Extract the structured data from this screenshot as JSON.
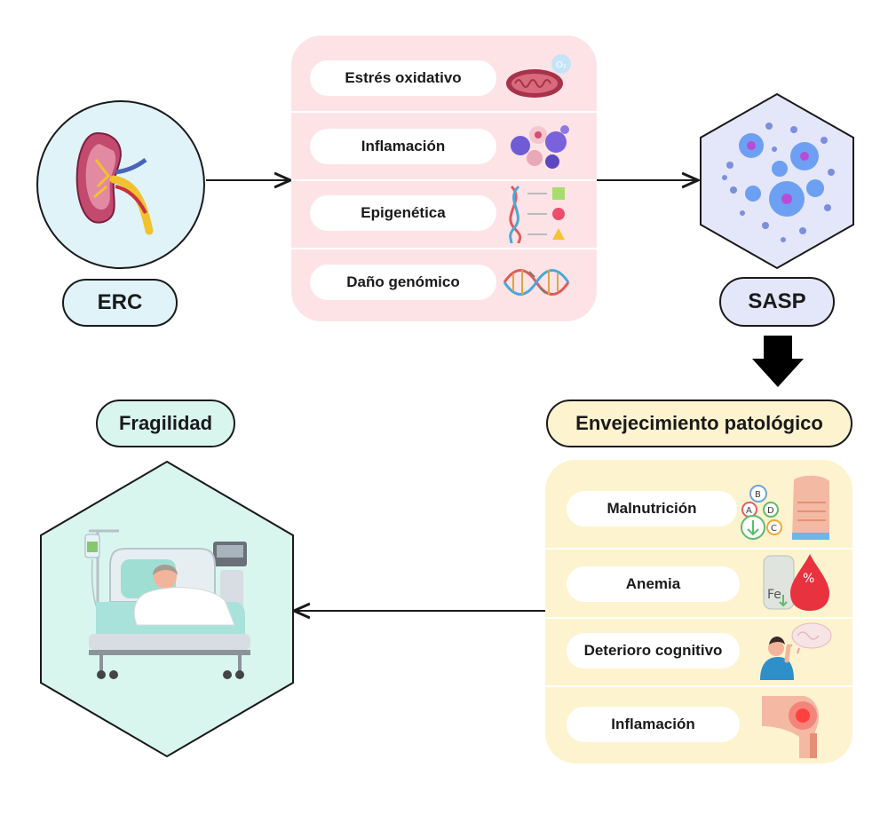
{
  "nodes": {
    "erc": {
      "label": "ERC"
    },
    "sasp": {
      "label": "SASP"
    },
    "pathological_aging": {
      "label": "Envejecimiento patológico"
    },
    "frailty": {
      "label": "Fragilidad"
    }
  },
  "mechanisms": [
    {
      "label": "Estrés oxidativo",
      "icon": "mitochondria-icon"
    },
    {
      "label": "Inflamación",
      "icon": "immune-cells-icon"
    },
    {
      "label": "Epigenética",
      "icon": "dna-epigenetic-marks-icon"
    },
    {
      "label": "Daño genómico",
      "icon": "damaged-dna-icon"
    }
  ],
  "consequences": [
    {
      "label": "Malnutrición",
      "icon": "vitamins-thin-torso-icon"
    },
    {
      "label": "Anemia",
      "icon": "iron-blood-drop-icon"
    },
    {
      "label": "Deterioro cognitivo",
      "icon": "headache-brain-icon"
    },
    {
      "label": "Inflamación",
      "icon": "inflamed-knee-icon"
    }
  ],
  "icon_text": {
    "oxygen": "O₂",
    "vitamins": [
      "B",
      "A",
      "D",
      "C"
    ],
    "iron": "Fe",
    "percent": "%"
  },
  "colors": {
    "erc_bg": "#dff3f8",
    "mechanisms_bg": "#fde3e6",
    "sasp_bg": "#e4e6fa",
    "aging_bg": "#fdf3cf",
    "frailty_bg": "#d9f6ee",
    "outline": "#1a1a1a"
  }
}
